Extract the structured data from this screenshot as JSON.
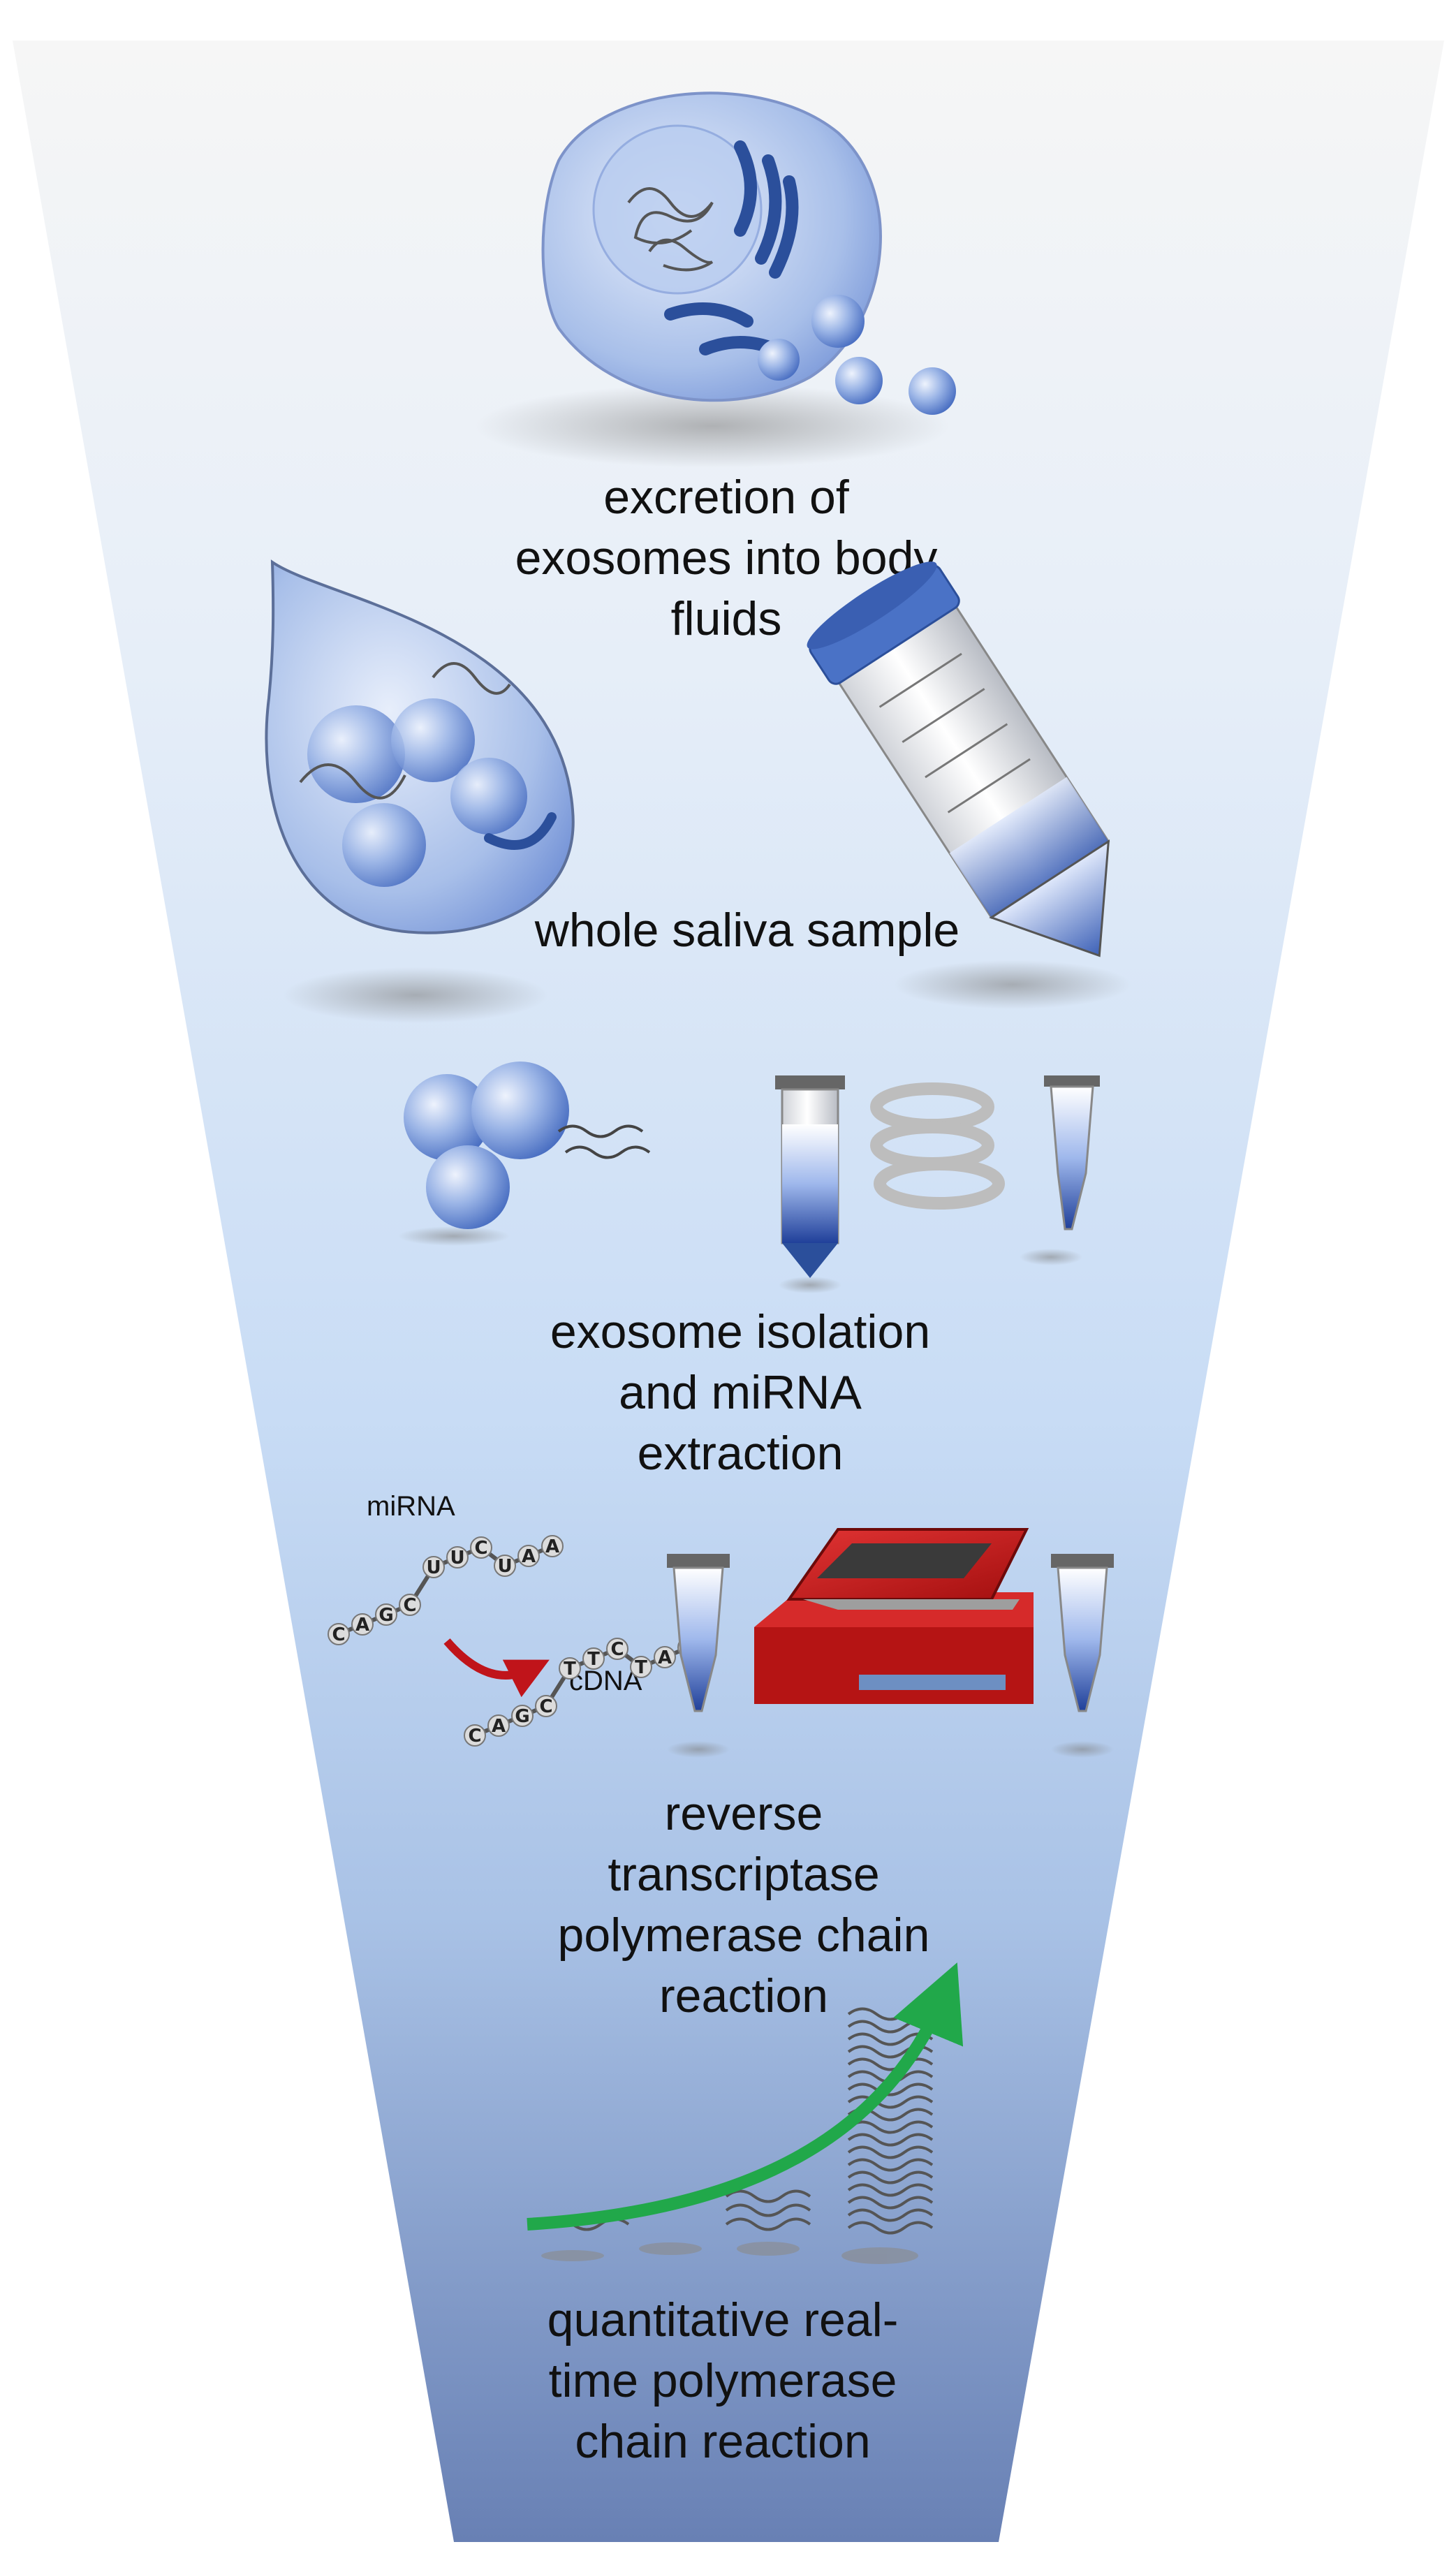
{
  "steps": [
    {
      "id": "excretion",
      "lines": [
        "excretion of",
        "exosomes into body",
        "fluids"
      ]
    },
    {
      "id": "saliva",
      "lines": [
        "whole saliva sample"
      ]
    },
    {
      "id": "isolation",
      "lines": [
        "exosome isolation",
        "and miRNA",
        "extraction"
      ]
    },
    {
      "id": "rtpcr",
      "lines": [
        "reverse",
        "transcriptase",
        "polymerase chain",
        "reaction"
      ]
    },
    {
      "id": "qpcr",
      "lines": [
        "quantitative real-",
        "time polymerase",
        "chain reaction"
      ]
    }
  ],
  "labels": {
    "mirna": "miRNA",
    "cdna": "cDNA"
  },
  "sequences": {
    "mirna": [
      "C",
      "A",
      "G",
      "C",
      "U",
      "U",
      "C",
      "U",
      "A",
      "A"
    ],
    "cdna": [
      "C",
      "A",
      "G",
      "C",
      "T",
      "T",
      "C",
      "T",
      "A",
      "A"
    ]
  },
  "icons": [
    "cell-icon",
    "saliva-drop-icon",
    "falcon-tube-icon",
    "exosome-cluster-icon",
    "centrifuge-icon",
    "thermocycler-icon",
    "amplification-arrow-icon"
  ],
  "colors": {
    "funnel_top": "#f4f4f4",
    "funnel_mid": "#cfe0f6",
    "funnel_bottom": "#6f86b7",
    "exosome_blue": "#6d8fd4",
    "thermocycler_red": "#cc1f1f",
    "arrow_green": "#21a84a",
    "rt_arrow_red": "#c0141a"
  }
}
